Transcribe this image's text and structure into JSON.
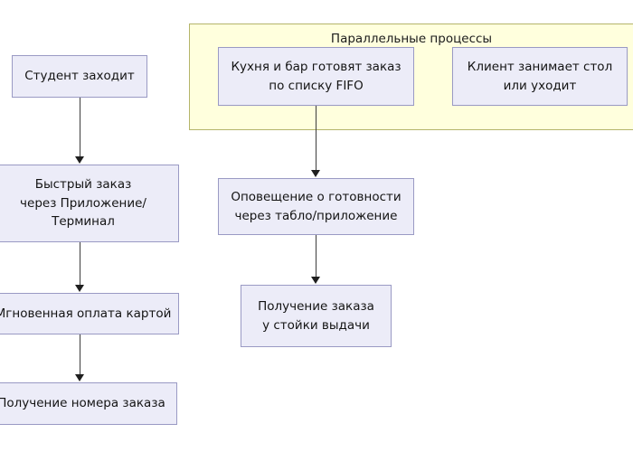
{
  "diagram": {
    "title_visible": false,
    "background": "#ffffff",
    "node_fill": "#ececf8",
    "node_border": "#9a9ac4",
    "group_fill": "#ffffdd",
    "group_border": "#b5b56a",
    "connector_color": "#3d3d3d"
  },
  "group": {
    "label": "Параллельные процессы"
  },
  "nodes": {
    "student_enters": {
      "label": "Студент заходит"
    },
    "fast_order": {
      "label": "Быстрый заказ\nчерез Приложение/\nТерминал"
    },
    "instant_payment": {
      "label": "Мгновенная оплата картой"
    },
    "get_order_number": {
      "label": "Получение номера заказа"
    },
    "kitchen_bar": {
      "label": "Кухня и бар готовят заказ\nпо списку FIFO"
    },
    "client_table": {
      "label": "Клиент занимает стол\nили уходит"
    },
    "ready_notice": {
      "label": "Оповещение о готовности\nчерез табло/приложение"
    },
    "pickup": {
      "label": "Получение заказа\nу стойки выдачи"
    }
  }
}
